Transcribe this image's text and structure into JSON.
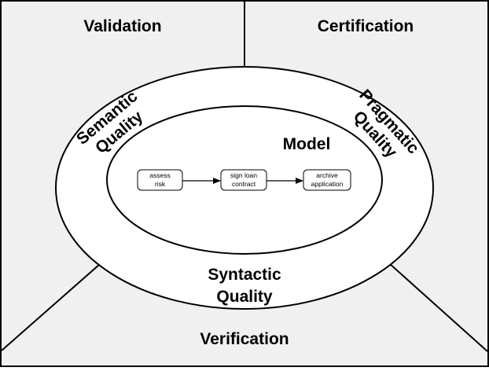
{
  "colors": {
    "background": "#f0f0f0",
    "outer_ring": "#ffffff",
    "inner_model": "#ffffff",
    "stroke": "#000000"
  },
  "regions": {
    "validation": "Validation",
    "certification": "Certification",
    "verification": "Verification"
  },
  "ring_labels": {
    "semantic": [
      "Semantic",
      "Quality"
    ],
    "pragmatic": [
      "Pragmatic",
      "Quality"
    ],
    "syntactic": [
      "Syntactic",
      "Quality"
    ]
  },
  "model": {
    "title": "Model",
    "steps": [
      {
        "lines": [
          "assess",
          "risk"
        ]
      },
      {
        "lines": [
          "sign loan",
          "contract"
        ]
      },
      {
        "lines": [
          "archive",
          "application"
        ]
      }
    ]
  }
}
